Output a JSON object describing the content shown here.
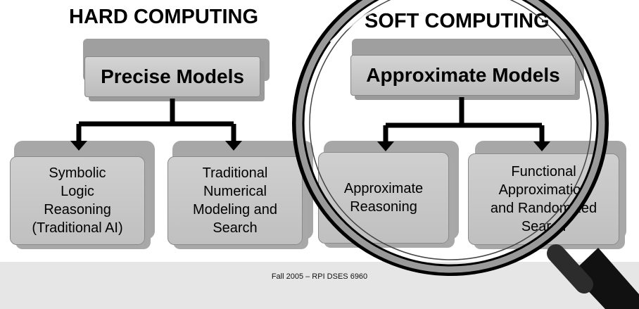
{
  "hard": {
    "title": "HARD COMPUTING",
    "model": "Precise Models",
    "children": [
      {
        "lines": [
          "Symbolic",
          "Logic",
          "Reasoning",
          "(Traditional AI)"
        ]
      },
      {
        "lines": [
          "Traditional",
          "Numerical",
          "Modeling and",
          "Search"
        ]
      }
    ]
  },
  "soft": {
    "title": "SOFT COMPUTING",
    "model": "Approximate Models",
    "children": [
      {
        "lines": [
          "Approximate",
          "Reasoning"
        ]
      },
      {
        "lines": [
          "Functional",
          "Approximation",
          "and Randomized",
          "Search"
        ]
      }
    ]
  },
  "footer": "Fall 2005 – RPI DSES 6960",
  "colors": {
    "box": "#c8c8c8",
    "shadow": "#9a9a9a",
    "connector": "#000000",
    "lens_rim": "#8c8c8c",
    "footer_band": "#e6e6e6"
  },
  "icons": {
    "magnifier": "magnifying-glass-icon"
  }
}
